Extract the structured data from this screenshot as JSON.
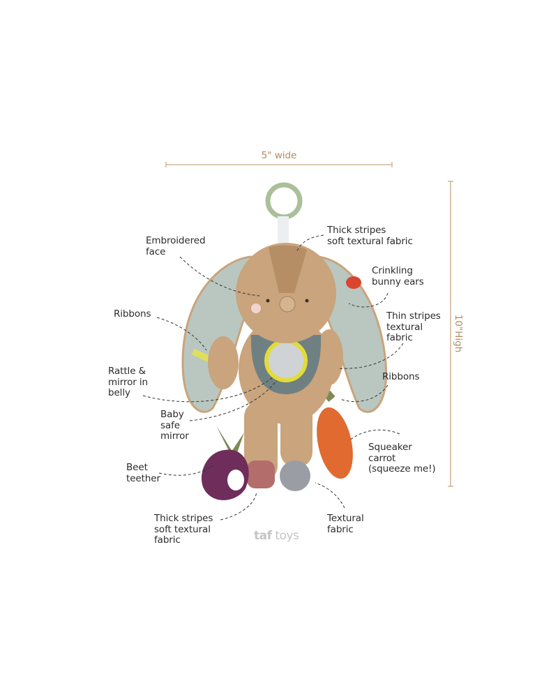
{
  "dimensions": {
    "width": "5\" wide",
    "height": "10\"High"
  },
  "labels": {
    "embroidered_face": "Embroidered\nface",
    "thick_stripes_top": "Thick stripes\nsoft textural fabric",
    "crinkling_ears": "Crinkling\nbunny ears",
    "ribbons_left": "Ribbons",
    "thin_stripes": "Thin stripes\ntextural\nfabric",
    "rattle_mirror": "Rattle &\nmirror in\nbelly",
    "ribbons_right": "Ribbons",
    "baby_safe_mirror": "Baby\nsafe\nmirror",
    "squeaker_carrot": "Squeaker\ncarrot\n(squeeze me!)",
    "beet_teether": "Beet\nteether",
    "thick_stripes_bottom": "Thick stripes\nsoft textural\nfabric",
    "textural_fabric": "Textural\nfabric"
  },
  "logo": {
    "part1": "taf",
    "part2": " toys"
  },
  "colors": {
    "dimension": "#b08b5e",
    "plush": "#c9a47c",
    "ear": "#b9c7c0",
    "ring": "#a9c09a",
    "carrot": "#e06a30",
    "beet": "#6e2d5a",
    "mirror_ring": "#e2dc3a"
  }
}
